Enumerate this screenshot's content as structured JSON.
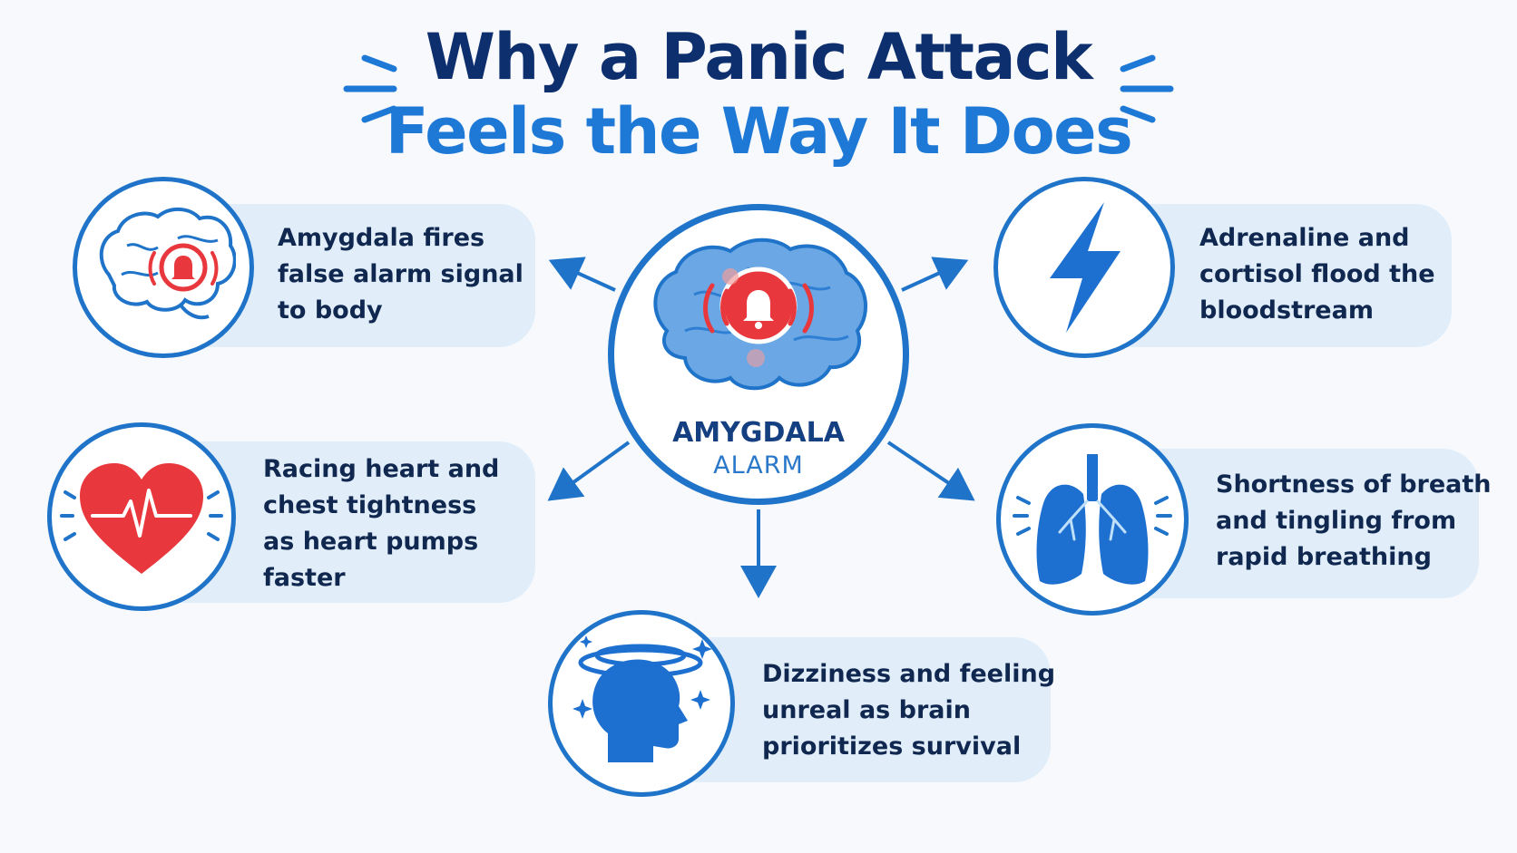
{
  "title": {
    "line1": "Why a Panic Attack",
    "line2": "Feels the Way It Does"
  },
  "center": {
    "label_line1": "AMYGDALA",
    "label_line2": "ALARM",
    "icon": "brain-with-alarm-bell-icon"
  },
  "steps": [
    {
      "icon": "brain-alarm-icon",
      "lines": [
        "Amygdala fires",
        "false alarm signal",
        "to body"
      ]
    },
    {
      "icon": "lightning-bolt-icon",
      "lines": [
        "Adrenaline and",
        "cortisol flood the",
        "bloodstream"
      ]
    },
    {
      "icon": "heart-pulse-icon",
      "lines": [
        "Racing heart and",
        "chest tightness",
        "as heart pumps",
        "faster"
      ]
    },
    {
      "icon": "lungs-icon",
      "lines": [
        "Shortness of breath",
        "and tingling from",
        "rapid breathing"
      ]
    },
    {
      "icon": "dizzy-head-icon",
      "lines": [
        "Dizziness and feeling",
        "unreal as brain",
        "prioritizes survival"
      ]
    }
  ],
  "colors": {
    "title_dark": "#0d2f6e",
    "title_accent": "#1e79d6",
    "ring": "#1f74c9",
    "pill": "#e1eefa",
    "alarm_red": "#e8383d",
    "icon_blue": "#1d6fd0"
  }
}
